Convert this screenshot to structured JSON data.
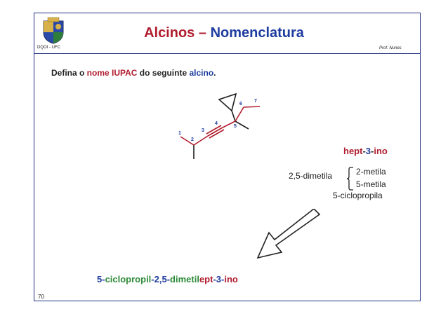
{
  "header": {
    "title_part1": "Alcinos",
    "title_sep": " – ",
    "title_part2": "Nomenclatura",
    "logo_caption": "DQOI - UFC",
    "author": "Prof. Nunes"
  },
  "question": {
    "prefix": "Defina o ",
    "highlight": "nome IUPAC",
    "middle": " do seguinte ",
    "highlight2": "alcino",
    "suffix": "."
  },
  "molecule": {
    "locants": [
      "1",
      "2",
      "3",
      "4",
      "5",
      "6",
      "7"
    ]
  },
  "answer": {
    "main_chain": {
      "p1": "hept",
      "p2": "-",
      "p3": "3",
      "p4": "-",
      "p5": "ino"
    },
    "substituent_group": "2,5-dimetila",
    "substituent_1": "2-metila",
    "substituent_2": "5-metila",
    "substituent_3": "5-ciclopropila"
  },
  "final_name": {
    "parts": [
      "5-",
      "ciclopropil",
      "-2,5-",
      "dimetil",
      "ept",
      "-3-",
      "ino"
    ]
  },
  "page": {
    "number": "70"
  },
  "colors": {
    "frame": "#1f2f80",
    "red": "#b01c2e",
    "blue": "#1f3c9f"
  }
}
